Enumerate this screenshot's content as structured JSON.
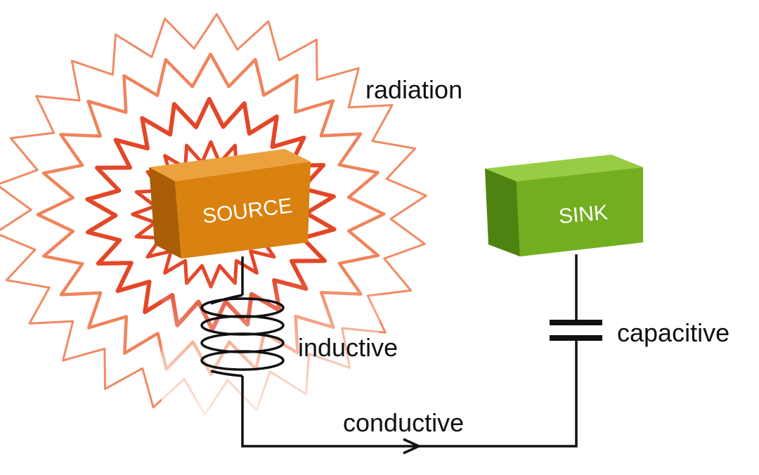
{
  "labels": {
    "radiation": "radiation",
    "source": "SOURCE",
    "sink": "SINK",
    "inductive": "inductive",
    "capacitive": "capacitive",
    "conductive": "conductive"
  },
  "colors": {
    "wave_inner": "#e23c1c",
    "wave_outer": "#ee7548",
    "source_front": "#d9820f",
    "source_top": "#eba23e",
    "source_side": "#a95d05",
    "sink_front": "#72ae1f",
    "sink_top": "#97cc44",
    "sink_side": "#4f8311",
    "wire": "#111111"
  },
  "icons": {
    "coupling_arrow": "arrow-right-icon",
    "coil": "inductor-coil-icon",
    "capacitor": "capacitor-icon"
  }
}
